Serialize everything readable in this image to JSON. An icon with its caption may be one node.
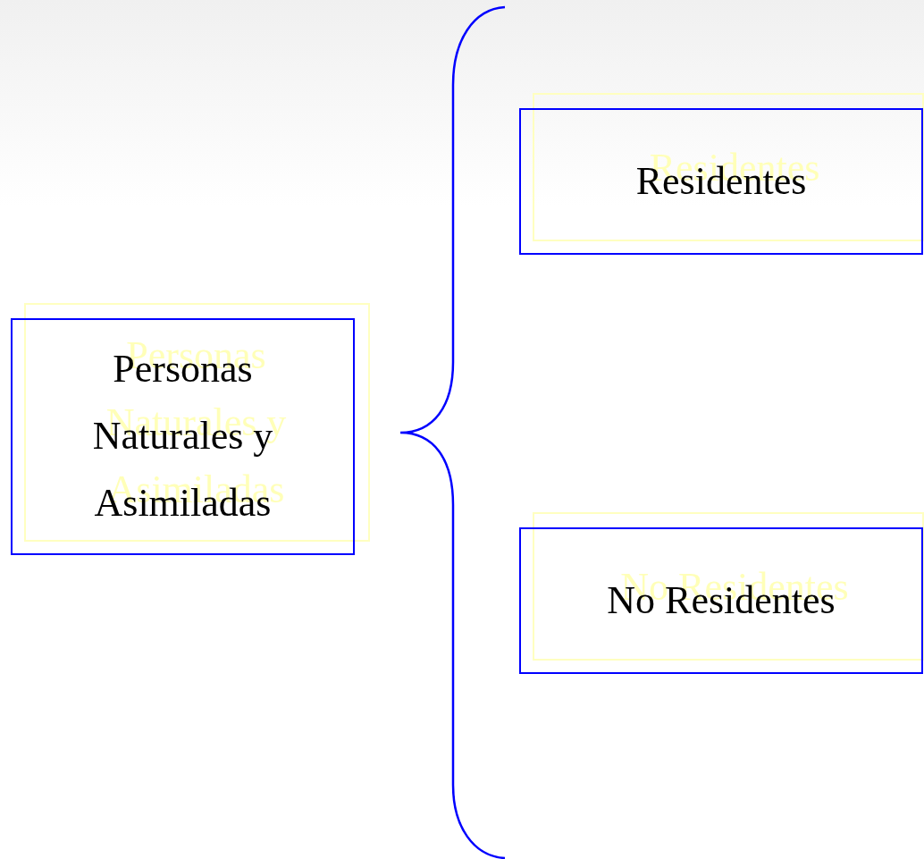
{
  "diagram": {
    "nodes": [
      {
        "text": [
          "Personas Naturales y Asimiladas"
        ]
      },
      {
        "text": [
          "Residentes"
        ]
      },
      {
        "text": [
          "No Residentes"
        ]
      }
    ]
  }
}
